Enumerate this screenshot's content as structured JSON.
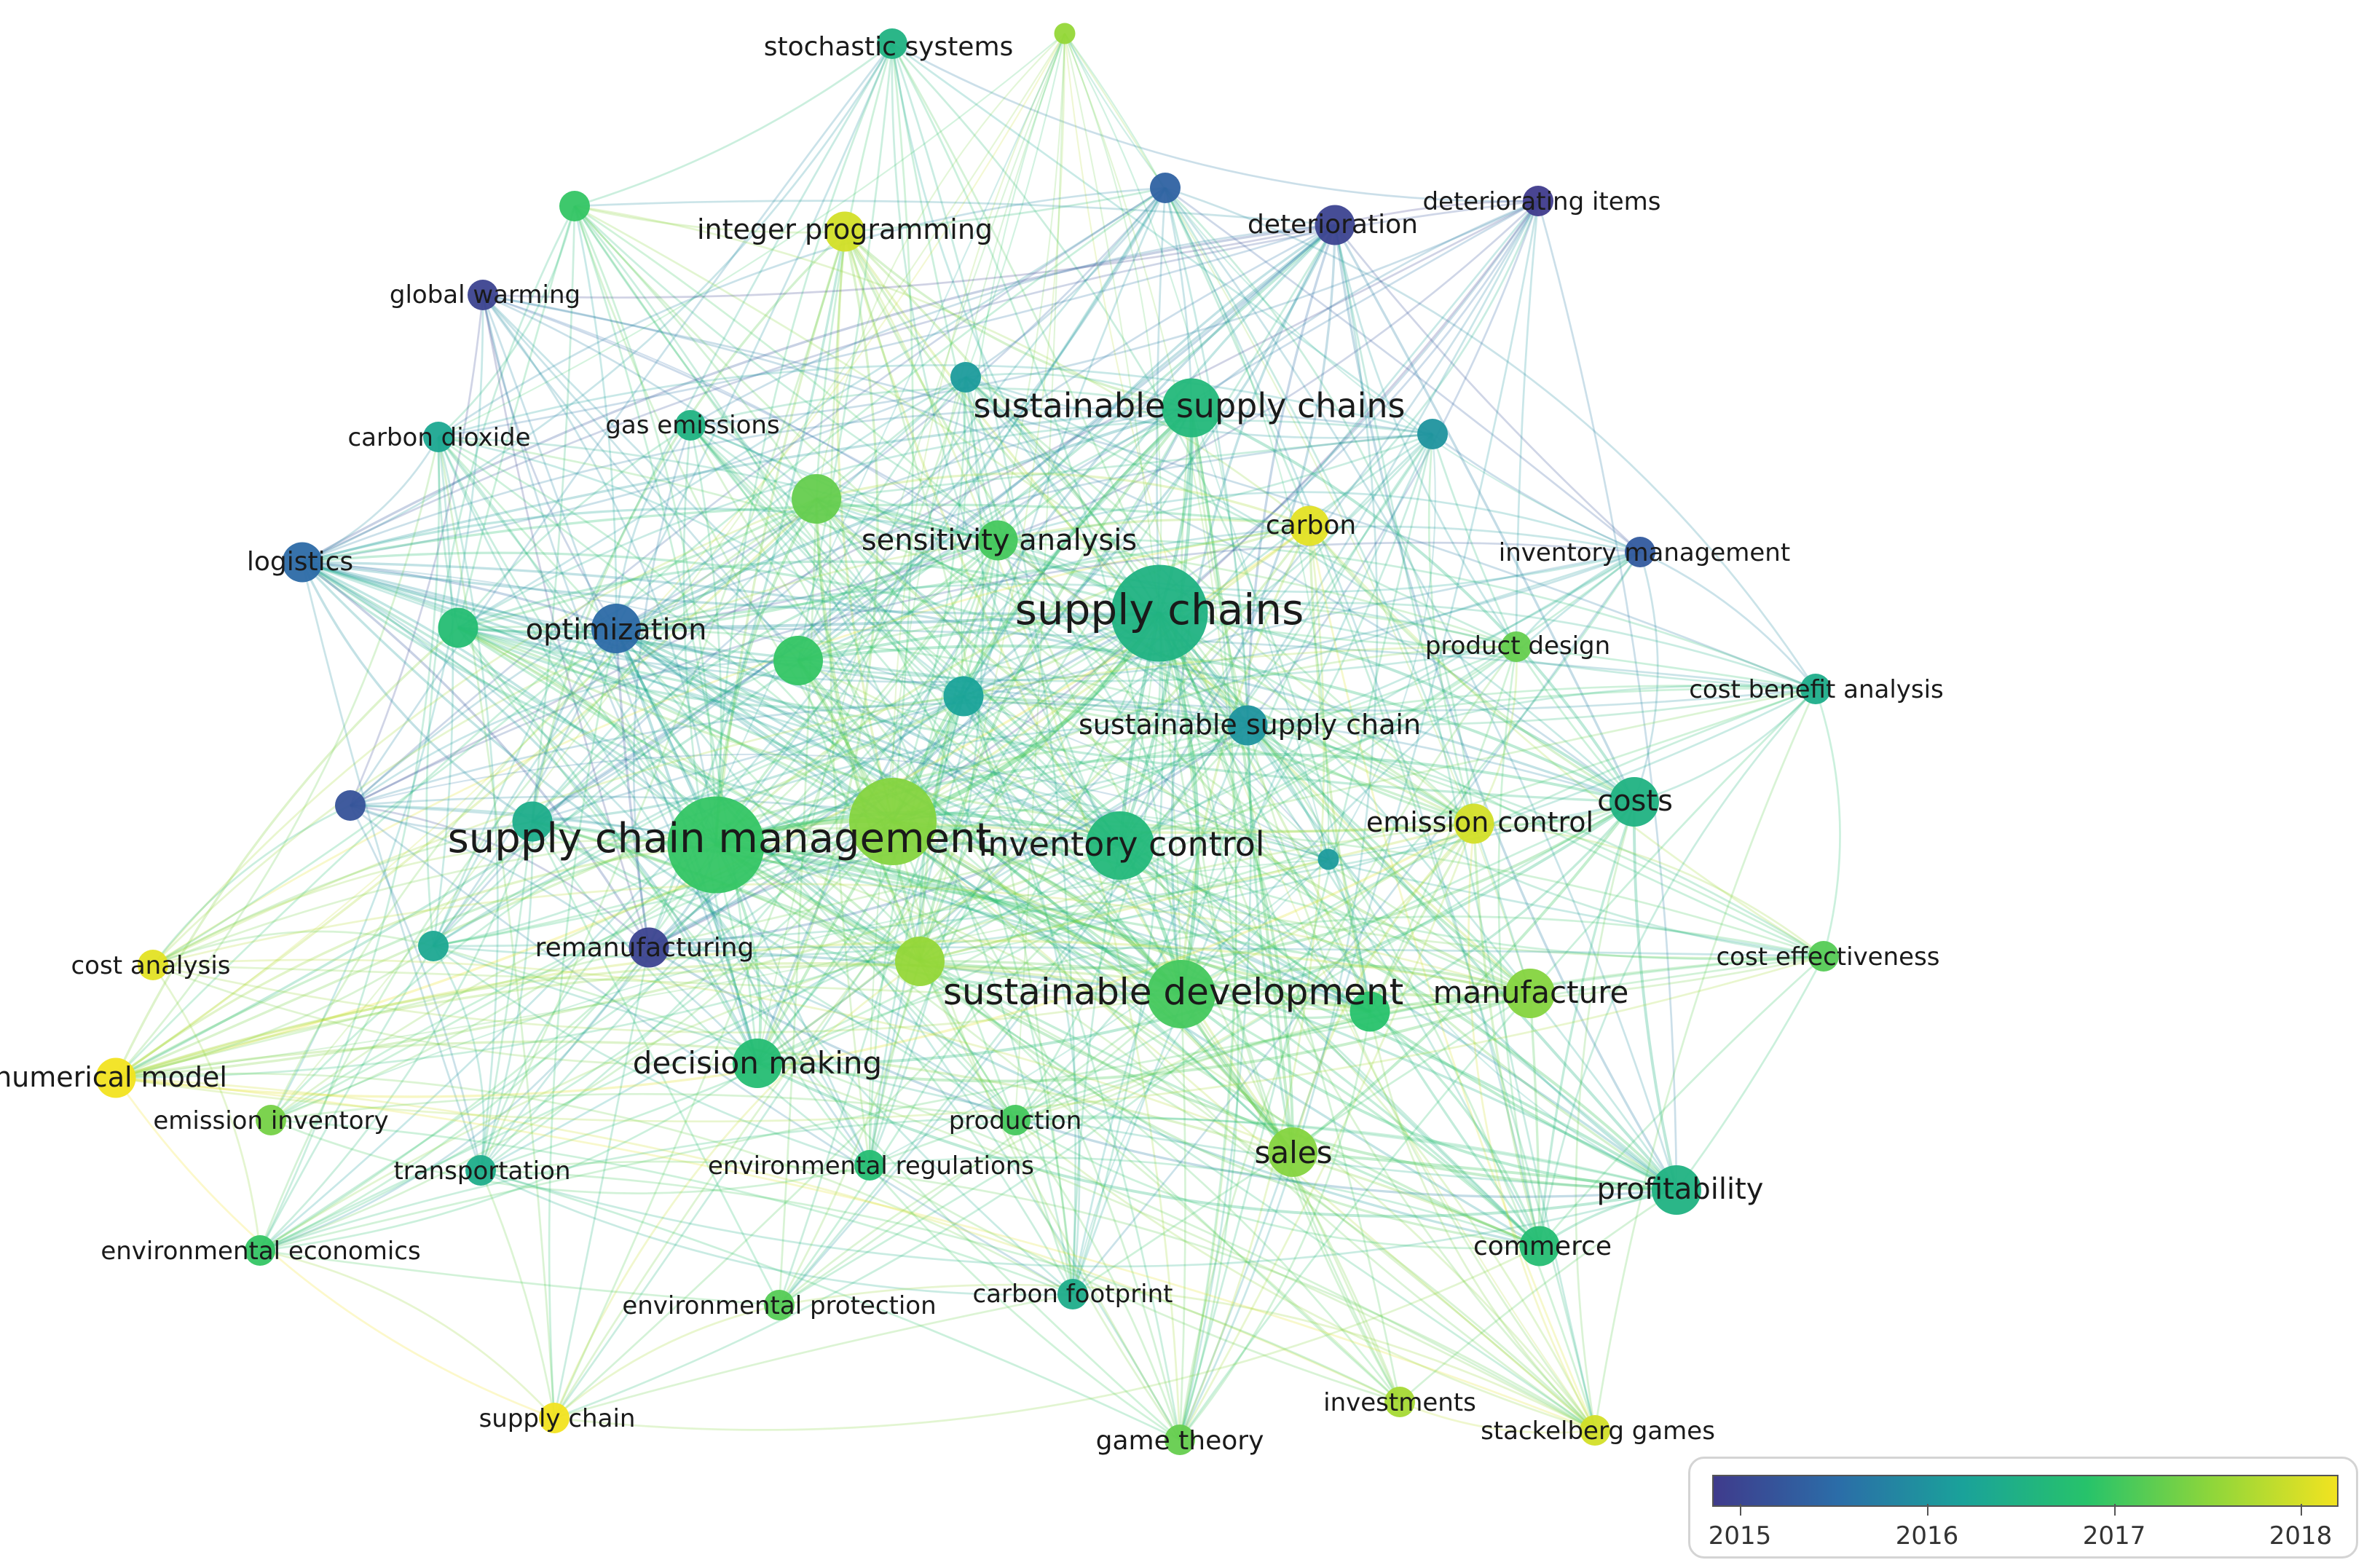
{
  "color_scale": {
    "colors": [
      "#3f3b8c",
      "#2b6da8",
      "#1aa29a",
      "#27c36a",
      "#8fd63a",
      "#f2e320"
    ],
    "min_year": 2015,
    "max_year": 2018.2
  },
  "legend": {
    "ticks": [
      "2015",
      "2016",
      "2017",
      "2018"
    ]
  },
  "nodes": [
    {
      "id": "stochastic_systems",
      "label": "stochastic systems",
      "weight": 2,
      "year": 2016.6
    },
    {
      "id": "top_yellow",
      "label": "",
      "weight": 1,
      "year": 2017.6
    },
    {
      "id": "integer_programming",
      "label": "integer programming",
      "weight": 3,
      "year": 2018.0
    },
    {
      "id": "top_green",
      "label": "",
      "weight": 2,
      "year": 2017.0
    },
    {
      "id": "top_blue",
      "label": "",
      "weight": 2,
      "year": 2015.5
    },
    {
      "id": "deterioration",
      "label": "deterioration",
      "weight": 3,
      "year": 2015.1
    },
    {
      "id": "deteriorating_items",
      "label": "deteriorating items",
      "weight": 2,
      "year": 2015.0
    },
    {
      "id": "global_warming",
      "label": "global warming",
      "weight": 2,
      "year": 2015.1
    },
    {
      "id": "carbon_dioxide",
      "label": "carbon dioxide",
      "weight": 2,
      "year": 2016.4
    },
    {
      "id": "gas_emissions",
      "label": "gas emissions",
      "weight": 2,
      "year": 2016.6
    },
    {
      "id": "teal_node_1",
      "label": "",
      "weight": 2,
      "year": 2016.2
    },
    {
      "id": "sustainable_supply_chains",
      "label": "sustainable supply chains",
      "weight": 5,
      "year": 2016.7
    },
    {
      "id": "teal_node_2",
      "label": "",
      "weight": 2,
      "year": 2016.1
    },
    {
      "id": "big_green_1",
      "label": "",
      "weight": 4,
      "year": 2017.3
    },
    {
      "id": "sensitivity_analysis",
      "label": "sensitivity analysis",
      "weight": 3,
      "year": 2017.1
    },
    {
      "id": "carbon",
      "label": "carbon",
      "weight": 3,
      "year": 2018.1
    },
    {
      "id": "logistics",
      "label": "logistics",
      "weight": 3,
      "year": 2015.6
    },
    {
      "id": "inventory_management",
      "label": "inventory management",
      "weight": 2,
      "year": 2015.4
    },
    {
      "id": "green_node_2",
      "label": "",
      "weight": 3,
      "year": 2016.8
    },
    {
      "id": "optimization",
      "label": "optimization",
      "weight": 4,
      "year": 2015.6
    },
    {
      "id": "supply_chains",
      "label": "supply chains",
      "weight": 9,
      "year": 2016.6
    },
    {
      "id": "green_node_3",
      "label": "",
      "weight": 4,
      "year": 2017.0
    },
    {
      "id": "teal_node_3",
      "label": "",
      "weight": 3,
      "year": 2016.3
    },
    {
      "id": "product_design",
      "label": "product design",
      "weight": 2,
      "year": 2017.3
    },
    {
      "id": "cost_benefit_analysis",
      "label": "cost benefit analysis",
      "weight": 2,
      "year": 2016.5
    },
    {
      "id": "sustainable_supply_chain",
      "label": "sustainable supply chain",
      "weight": 3,
      "year": 2016.1
    },
    {
      "id": "costs",
      "label": "costs",
      "weight": 4,
      "year": 2016.6
    },
    {
      "id": "purple_node_1",
      "label": "",
      "weight": 2,
      "year": 2015.3
    },
    {
      "id": "teal_node_4",
      "label": "",
      "weight": 3,
      "year": 2016.5
    },
    {
      "id": "supply_chain_management",
      "label": "supply chain management",
      "weight": 9,
      "year": 2017.0
    },
    {
      "id": "big_green_2",
      "label": "",
      "weight": 8,
      "year": 2017.5
    },
    {
      "id": "inventory_control",
      "label": "inventory control",
      "weight": 6,
      "year": 2016.7
    },
    {
      "id": "small_teal_5",
      "label": "",
      "weight": 1,
      "year": 2016.2
    },
    {
      "id": "emission_control",
      "label": "emission control",
      "weight": 3,
      "year": 2018.0
    },
    {
      "id": "cost_analysis",
      "label": "cost analysis",
      "weight": 2,
      "year": 2018.1
    },
    {
      "id": "teal_node_6",
      "label": "",
      "weight": 2,
      "year": 2016.4
    },
    {
      "id": "remanufacturing",
      "label": "remanufacturing",
      "weight": 3,
      "year": 2015.1
    },
    {
      "id": "yellow_green_node",
      "label": "",
      "weight": 4,
      "year": 2017.6
    },
    {
      "id": "cost_effectiveness",
      "label": "cost effectiveness",
      "weight": 2,
      "year": 2017.2
    },
    {
      "id": "sustainable_development",
      "label": "sustainable development",
      "weight": 6,
      "year": 2017.1
    },
    {
      "id": "manufacture",
      "label": "manufacture",
      "weight": 4,
      "year": 2017.5
    },
    {
      "id": "green_node_4",
      "label": "",
      "weight": 3,
      "year": 2016.9
    },
    {
      "id": "numerical_model",
      "label": "numerical model",
      "weight": 3,
      "year": 2018.2
    },
    {
      "id": "decision_making",
      "label": "decision making",
      "weight": 4,
      "year": 2016.8
    },
    {
      "id": "emission_inventory",
      "label": "emission inventory",
      "weight": 2,
      "year": 2017.4
    },
    {
      "id": "production",
      "label": "production",
      "weight": 2,
      "year": 2017.1
    },
    {
      "id": "transportation",
      "label": "transportation",
      "weight": 2,
      "year": 2016.5
    },
    {
      "id": "environmental_regulations",
      "label": "environmental regulations",
      "weight": 2,
      "year": 2016.8
    },
    {
      "id": "sales",
      "label": "sales",
      "weight": 4,
      "year": 2017.5
    },
    {
      "id": "profitability",
      "label": "profitability",
      "weight": 4,
      "year": 2016.6
    },
    {
      "id": "commerce",
      "label": "commerce",
      "weight": 3,
      "year": 2016.8
    },
    {
      "id": "environmental_economics",
      "label": "environmental economics",
      "weight": 2,
      "year": 2017.0
    },
    {
      "id": "environmental_protection",
      "label": "environmental protection",
      "weight": 2,
      "year": 2017.2
    },
    {
      "id": "carbon_footprint",
      "label": "carbon footprint",
      "weight": 2,
      "year": 2016.5
    },
    {
      "id": "supply_chain",
      "label": "supply chain",
      "weight": 2,
      "year": 2018.2
    },
    {
      "id": "investments",
      "label": "investments",
      "weight": 2,
      "year": 2017.7
    },
    {
      "id": "stackelberg_games",
      "label": "stackelberg games",
      "weight": 2,
      "year": 2018.0
    },
    {
      "id": "game_theory",
      "label": "game theory",
      "weight": 2,
      "year": 2017.3
    }
  ]
}
